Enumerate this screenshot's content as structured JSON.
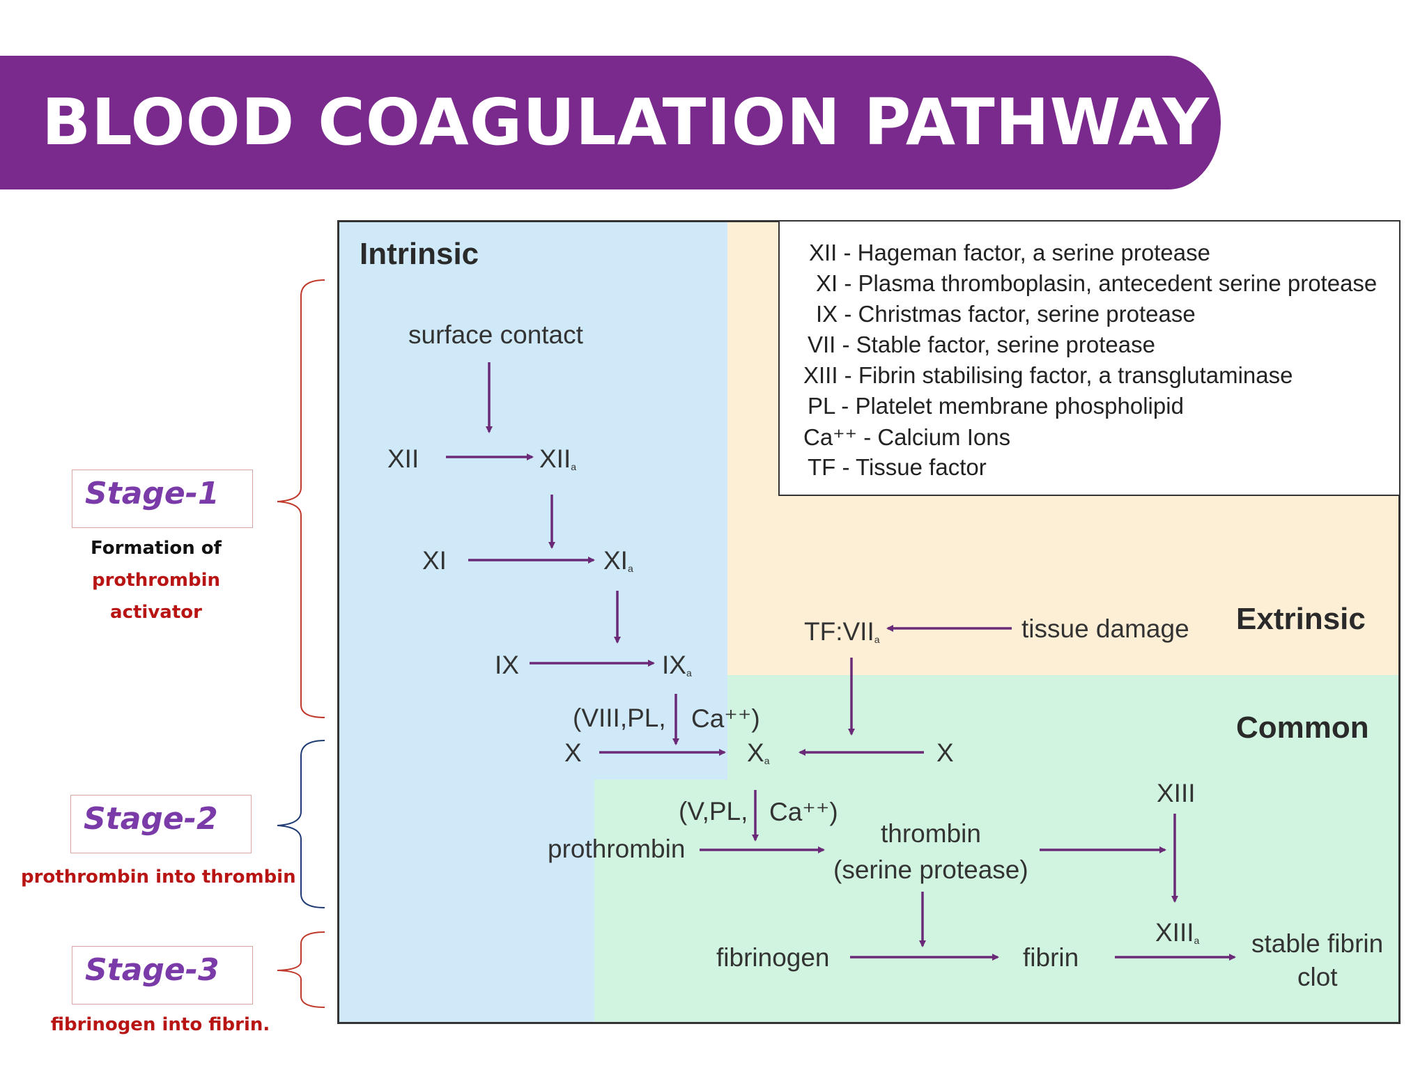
{
  "title": "BLOOD COAGULATION PATHWAY",
  "stages": [
    {
      "title": "Stage-1",
      "desc_line1": "Formation of",
      "desc_line2": "prothrombin",
      "desc_line3": "activator"
    },
    {
      "title": "Stage-2",
      "desc": "prothrombin into thrombin"
    },
    {
      "title": "Stage-3",
      "desc": "fibrinogen into fibrin."
    }
  ],
  "regions": {
    "intrinsic": "Intrinsic",
    "extrinsic": "Extrinsic",
    "common": "Common"
  },
  "legend": [
    "XII - Hageman factor, a serine protease",
    "XI - Plasma thromboplasin, antecedent serine protease",
    "IX - Christmas factor, serine protease",
    "VII - Stable factor, serine protease",
    "XIII - Fibrin stabilising factor, a transglutaminase",
    "PL - Platelet membrane phospholipid",
    "Ca⁺⁺ - Calcium Ions",
    "TF - Tissue factor"
  ],
  "nodes": {
    "surface_contact": "surface contact",
    "xii": "XII",
    "xiia": "XII",
    "xi": "XI",
    "xia": "XI",
    "ix": "IX",
    "ixa": "IX",
    "cofactors_x": "(VIII,PL,",
    "ca_x": "Ca⁺⁺)",
    "x_left": "X",
    "xa": "X",
    "x_right": "X",
    "tf_viia": "TF:VII",
    "tissue_damage": "tissue damage",
    "cofactors_thrombin": "(V,PL,",
    "ca_thrombin": "Ca⁺⁺)",
    "prothrombin": "prothrombin",
    "thrombin": "thrombin",
    "serine_protease": "(serine protease)",
    "xiii": "XIII",
    "xiiia": "XIII",
    "fibrinogen": "fibrinogen",
    "fibrin": "fibrin",
    "stable_fibrin": "stable fibrin",
    "clot": "clot",
    "sub_a": "a"
  },
  "colors": {
    "banner": "#7a2a8c",
    "arrow": "#6a2a78",
    "intrinsic_bg": "#cfe9f8",
    "extrinsic_bg": "#fdefd6",
    "common_bg": "#d0f4e0",
    "stage_title": "#7a3aa8",
    "stage_desc": "#b81414"
  }
}
